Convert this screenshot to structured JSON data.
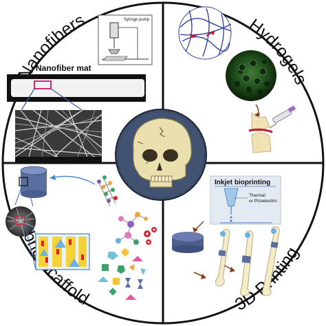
{
  "quadrants": {
    "top_left": "Nanofibers",
    "top_right": "Hydrogels",
    "bottom_left": "Hybrid Scaffold",
    "bottom_right": "3D Printing"
  },
  "nanofibers": {
    "mat_label": "Nanofiber mat",
    "pump_label": "Syringe pump"
  },
  "printing": {
    "title": "Inkjet bioprinting",
    "method_line1": "Thermal",
    "method_line2": "or Pizoelectric"
  },
  "colors": {
    "ring": "#111111",
    "center_circle": "#3d4e6b",
    "skull": "#eadfae",
    "cylinder": "#5a6f9e",
    "scaffold_yellow": "#f5d23a",
    "accent_red": "#d8232a",
    "network_blue": "#2a3aa0",
    "network_red": "#c0182a"
  }
}
